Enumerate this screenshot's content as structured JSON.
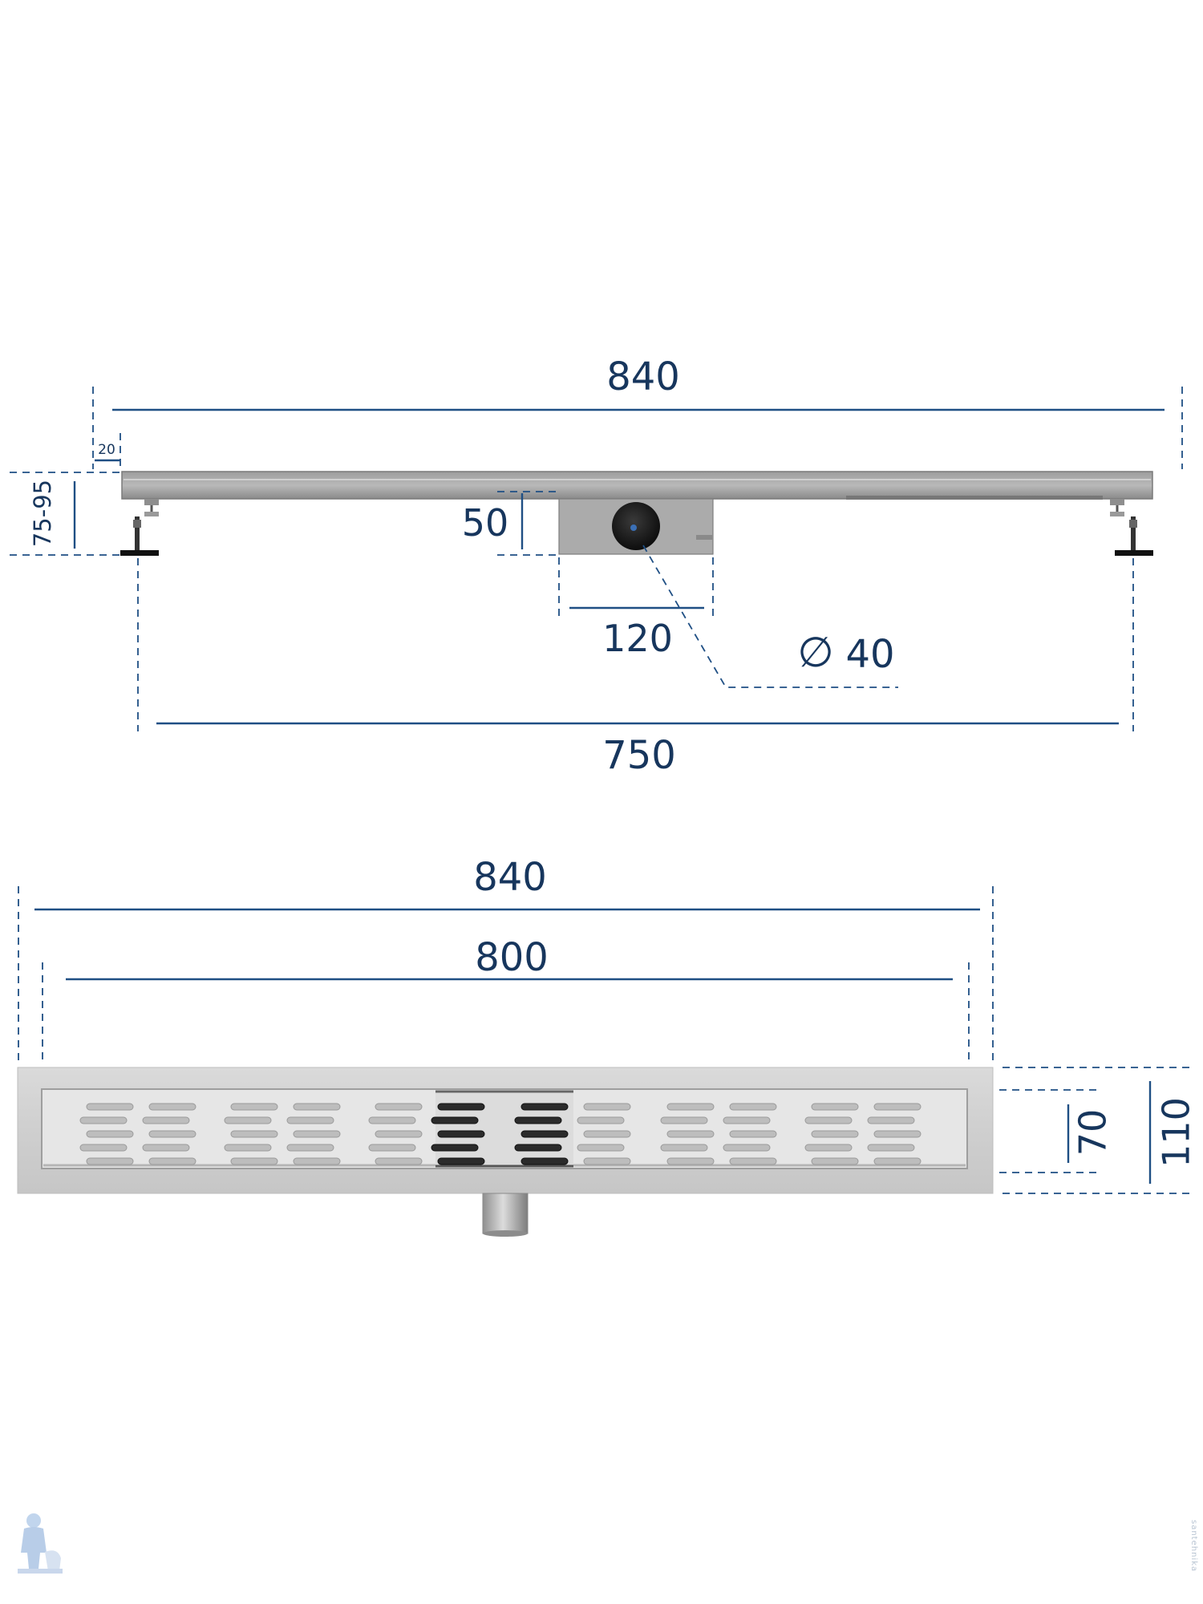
{
  "side_view": {
    "overall_length": "840",
    "flange_width": "20",
    "height_range": "75-95",
    "outlet_depth": "50",
    "outlet_width": "120",
    "outlet_diameter": "40",
    "diameter_symbol": "∅",
    "support_span": "750"
  },
  "top_view": {
    "overall_length": "840",
    "grate_length": "800",
    "grate_width": "70",
    "overall_width": "110"
  },
  "watermark": "santehnika"
}
